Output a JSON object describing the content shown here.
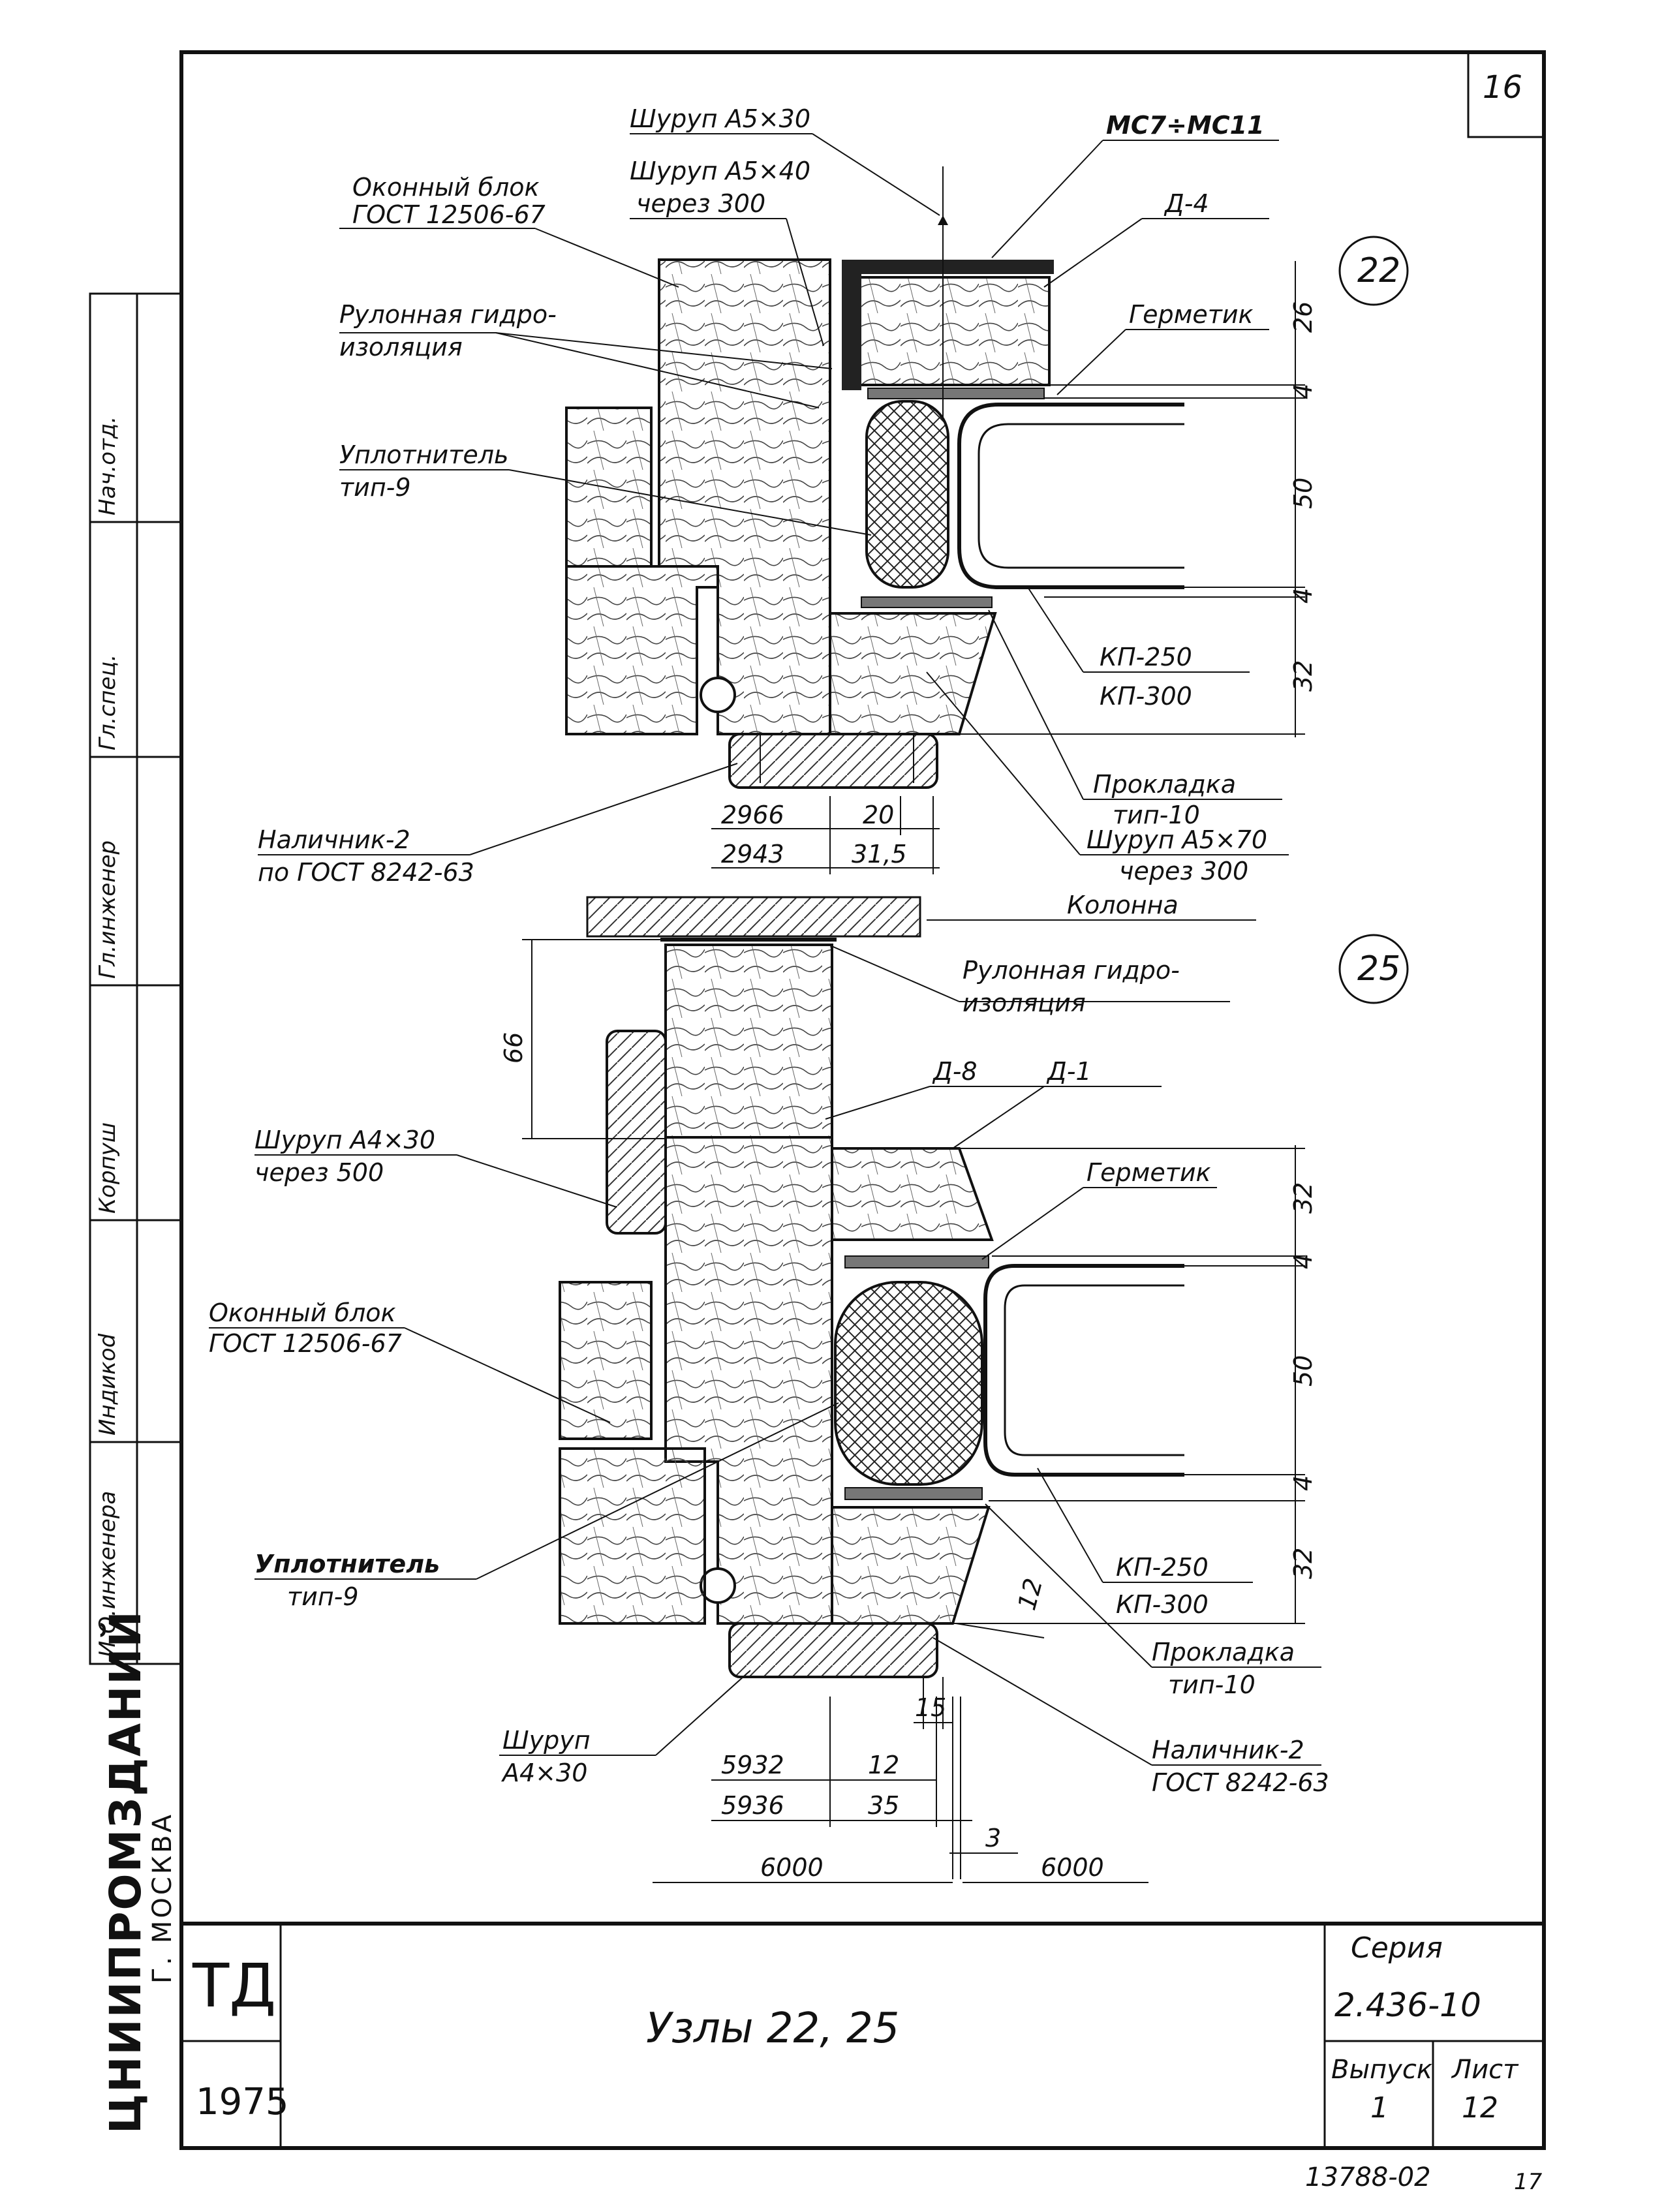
{
  "sheet_corner_number": "16",
  "title_block": {
    "code": "ТД",
    "year": "1975",
    "organization": "ЦНИИПРОМЗДАНИЙ",
    "city": "Г. МОСКВА",
    "title": "Узлы 22, 25",
    "series_label": "Серия",
    "series_value": "2.436-10",
    "issue_label": "Выпуск",
    "issue_value": "1",
    "sheet_label": "Лист",
    "sheet_value": "12",
    "archive_number": "13788-02",
    "corner_mark": "17"
  },
  "side_stamp": {
    "rows": [
      "Нач.отд.",
      "Гл.спец.",
      "Гл.инженер",
      "Корпуш",
      "Индикоd",
      "И.О.инженера"
    ]
  },
  "node22": {
    "badge": "22",
    "labels": {
      "screw_a5x30": "Шуруп А5×30",
      "mc7_mc11": "МС7÷МС11",
      "screw_a5x40": "Шуруп А5×40",
      "through_300_a": "через 300",
      "d4": "Д-4",
      "window_block": "Оконный блок",
      "window_gost": "ГОСТ 12506-67",
      "hermetic": "Герметик",
      "roll_waterproof_1": "Рулонная гидро-",
      "roll_waterproof_2": "изоляция",
      "sealer": "Уплотнитель",
      "sealer_type": "тип-9",
      "kp250": "КП-250",
      "kp300": "КП-300",
      "gasket": "Прокладка",
      "gasket_type": "тип-10",
      "screw_a5x70": "Шуруп А5×70",
      "through_300_b": "через 300",
      "trim": "Наличник-2",
      "trim_gost": "по ГОСТ 8242-63"
    },
    "dims": {
      "d26": "26",
      "d4a": "4",
      "d50": "50",
      "d4b": "4",
      "d32": "32",
      "d2966": "2966",
      "d2943": "2943",
      "d20": "20",
      "d31_5": "31,5"
    }
  },
  "node25": {
    "badge": "25",
    "labels": {
      "column": "Колонна",
      "roll_waterproof_1": "Рулонная гидро-",
      "roll_waterproof_2": "изоляция",
      "d8": "Д-8",
      "d1": "Д-1",
      "screw_a4x30": "Шуруп А4×30",
      "through_500": "через 500",
      "hermetic": "Герметик",
      "window_block": "Оконный блок",
      "window_gost": "ГОСТ 12506-67",
      "sealer": "Уплотнитель",
      "sealer_type": "тип-9",
      "kp250": "КП-250",
      "kp300": "КП-300",
      "gasket": "Прокладка",
      "gasket_type": "тип-10",
      "screw": "Шуруп",
      "screw_size": "А4×30",
      "trim": "Наличник-2",
      "trim_gost": "ГОСТ 8242-63"
    },
    "dims": {
      "d66": "66",
      "d32a": "32",
      "d4a": "4",
      "d50": "50",
      "d4b": "4",
      "d32b": "32",
      "d12a": "12",
      "d15": "15",
      "d5932": "5932",
      "d5936": "5936",
      "d12b": "12",
      "d35": "35",
      "d3": "3",
      "d6000a": "6000",
      "d6000b": "6000"
    }
  }
}
